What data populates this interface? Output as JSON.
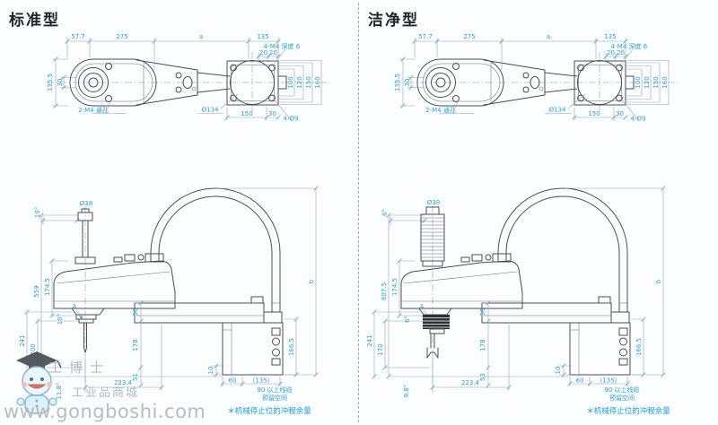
{
  "watermark": {
    "url": "www.gongboshi.com",
    "brand": "工博士",
    "shop": "工业品商城"
  },
  "panels": {
    "standard": {
      "title": "标准型",
      "footnote": "＊机械停止位的冲程余量",
      "top": {
        "d57_7": "57.7",
        "d275": "275",
        "da": "a",
        "d135": "135",
        "d20a": "20",
        "d20b": "20",
        "m4": "4-M4 深度 6",
        "h135_5": "135.5",
        "h30": "30",
        "thru": "2-M4 通孔",
        "dia134": "Ø134",
        "b150": "150",
        "b30": "30",
        "d4d9": "4-Ø9",
        "r100": "100",
        "r120": "120",
        "r150": "150",
        "r160": "160"
      },
      "side": {
        "dia38": "Ø38",
        "angle_top": "10°",
        "total": "559",
        "arm": "174.5",
        "a": "A",
        "angle_mid": "10°",
        "h241": "241",
        "inner": "200",
        "v50": "50",
        "v178": "178",
        "v_low": "51",
        "w223": "223.4",
        "angle_bottom": "11.8°",
        "v10": "10",
        "w60": "60",
        "w135": "（135）",
        "h166": "166.5",
        "cable1": "90 以上线缆",
        "cable2": "预留空间",
        "b": "b"
      }
    },
    "clean": {
      "title": "洁净型",
      "footnote": "＊机械停止位的冲程余量",
      "top": {
        "d57_7": "57.7",
        "d275": "275",
        "da": "a",
        "d135": "135",
        "d20a": "20",
        "d20b": "20",
        "m4": "4-M4 深度 6",
        "h135_5": "135.5",
        "h30": "30",
        "thru": "2-M4 通孔",
        "dia134": "Ø134",
        "b150": "150",
        "b30": "30",
        "d4d9": "4-Ø9",
        "r100": "100",
        "r120": "120",
        "r150": "150",
        "r160": "160"
      },
      "side": {
        "dia38": "Ø38",
        "angle_top": "6°",
        "total": "607.5",
        "arm": "174.5",
        "a": "A",
        "angle_mid": "6°",
        "h241": "241",
        "inner": "170",
        "v50": "50",
        "v178": "178",
        "v_low": "53",
        "w223": "223.4",
        "angle_bottom": "9.8°",
        "v10": "10",
        "w60": "60",
        "w135": "（135）",
        "h166": "166.5",
        "cable1": "90 以上线缆",
        "cable2": "预留空间",
        "b": "b"
      }
    }
  }
}
